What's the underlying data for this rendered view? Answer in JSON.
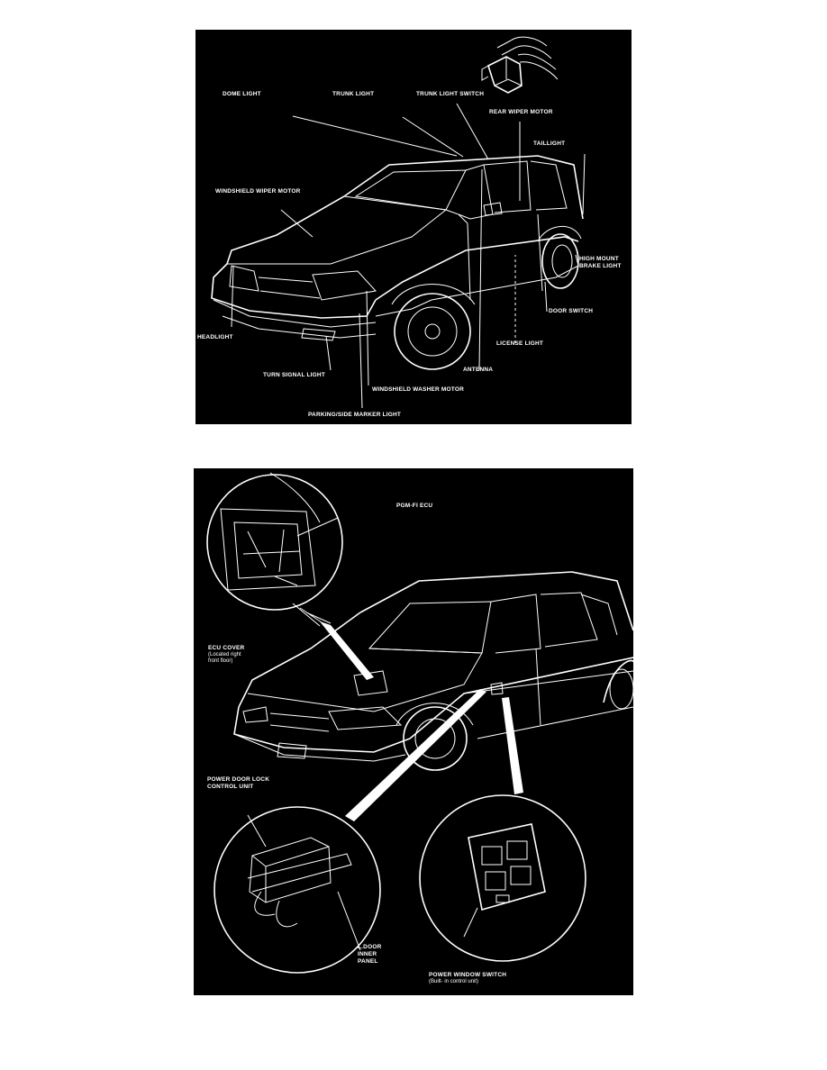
{
  "top_diagram": {
    "labels": {
      "dome_light": "DOME LIGHT",
      "trunk_light": "TRUNK LIGHT",
      "trunk_light_switch": "TRUNK LIGHT SWITCH",
      "rear_wiper_motor": "REAR WIPER MOTOR",
      "taillight": "TAILLIGHT",
      "windshield_wiper_motor": "WINDSHIELD WIPER MOTOR",
      "high_mount_brake_light": "HIGH MOUNT\nBRAKE LIGHT",
      "door_switch": "DOOR SWITCH",
      "headlight": "HEADLIGHT",
      "license_light": "LICENSE LIGHT",
      "turn_signal_light": "TURN SIGNAL LIGHT",
      "antenna": "ANTENNA",
      "windshield_washer_motor": "WINDSHIELD WASHER MOTOR",
      "parking_side_marker_light": "PARKING/SIDE MARKER LIGHT"
    }
  },
  "bottom_diagram": {
    "labels": {
      "pgm_fi_ecu": "PGM-FI ECU",
      "ecu_cover": "ECU COVER",
      "ecu_cover_note": "(Located right\nfront floor)",
      "power_door_lock_control_unit": "POWER DOOR LOCK\nCONTROL UNIT",
      "l_door_inner_panel": "L.DOOR\nINNER\nPANEL",
      "power_window_switch": "POWER WINDOW SWITCH",
      "power_window_switch_note": "(Built- in control unit)"
    }
  },
  "colors": {
    "background": "#000000",
    "ink": "#ffffff",
    "page": "#ffffff"
  }
}
